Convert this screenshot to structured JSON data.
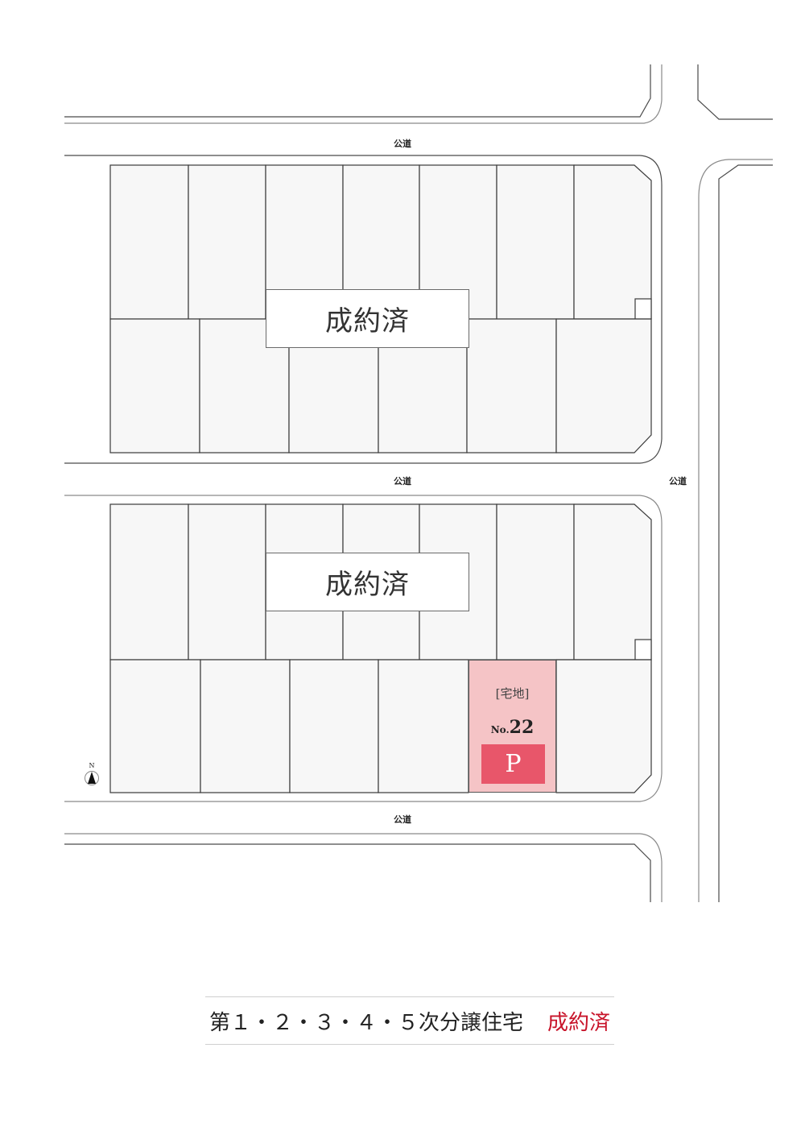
{
  "roads": {
    "top_label": "公道",
    "middle_label": "公道",
    "right_label": "公道",
    "bottom_label": "公道"
  },
  "blocks": {
    "upper": {
      "status_label": "成約済"
    },
    "lower": {
      "status_label": "成約済"
    }
  },
  "featured_lot": {
    "type_label": "[宅地]",
    "number_prefix": "No.",
    "number": "22",
    "badge_label": "P",
    "fill_color": "#f5c4c6",
    "badge_color": "#e8566a"
  },
  "compass": {
    "north_label": "N"
  },
  "caption": {
    "title": "第１・２・３・４・５次分譲住宅",
    "status": "成約済",
    "status_color": "#c8142a"
  }
}
